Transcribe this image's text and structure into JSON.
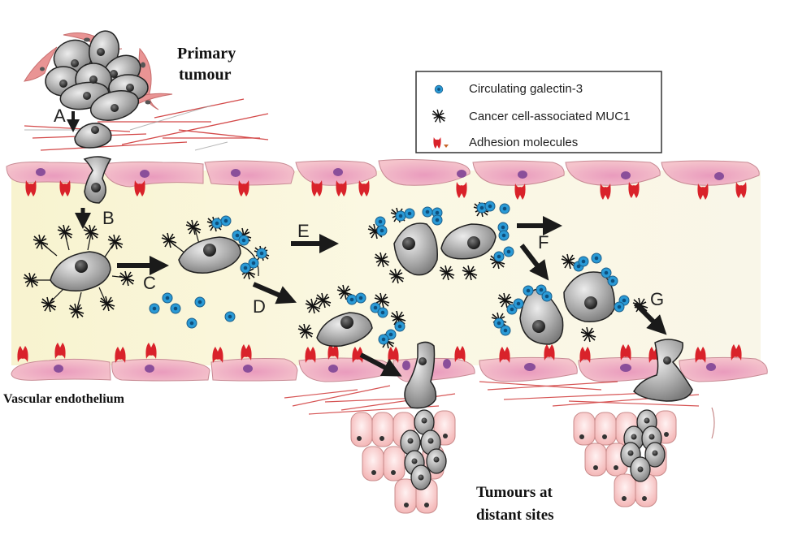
{
  "diagram": {
    "title_labels": {
      "primary_tumour_line1": "Primary",
      "primary_tumour_line2": "tumour",
      "vascular_endothelium": "Vascular endothelium",
      "distant_line1": "Tumours at",
      "distant_line2": "distant sites"
    },
    "legend": {
      "items": [
        {
          "icon": "galectin-dot-icon",
          "label": "Circulating galectin-3"
        },
        {
          "icon": "muc1-icon",
          "label": "Cancer cell-associated MUC1"
        },
        {
          "icon": "adhesion-molecule-icon",
          "label": "Adhesion molecules"
        }
      ]
    },
    "steps": [
      "A",
      "B",
      "C",
      "D",
      "E",
      "F",
      "G"
    ],
    "colors": {
      "vessel_lumen": "#fbf8e1",
      "endothelial_cell": "#f2b7c4",
      "endothelial_nucleus": "#8a4f9a",
      "adhesion_molecule": "#d9222a",
      "cancer_cell": "#a8a8a8",
      "cancer_nucleus": "#2a2a2a",
      "galectin": "#2a9ad6",
      "fibroblast": "#e99494",
      "ecm_fiber": "#cc2a2a",
      "arrow": "#1a1a1a",
      "spike": "#c8652a",
      "tissue_cell": "#f6c8c8"
    }
  }
}
